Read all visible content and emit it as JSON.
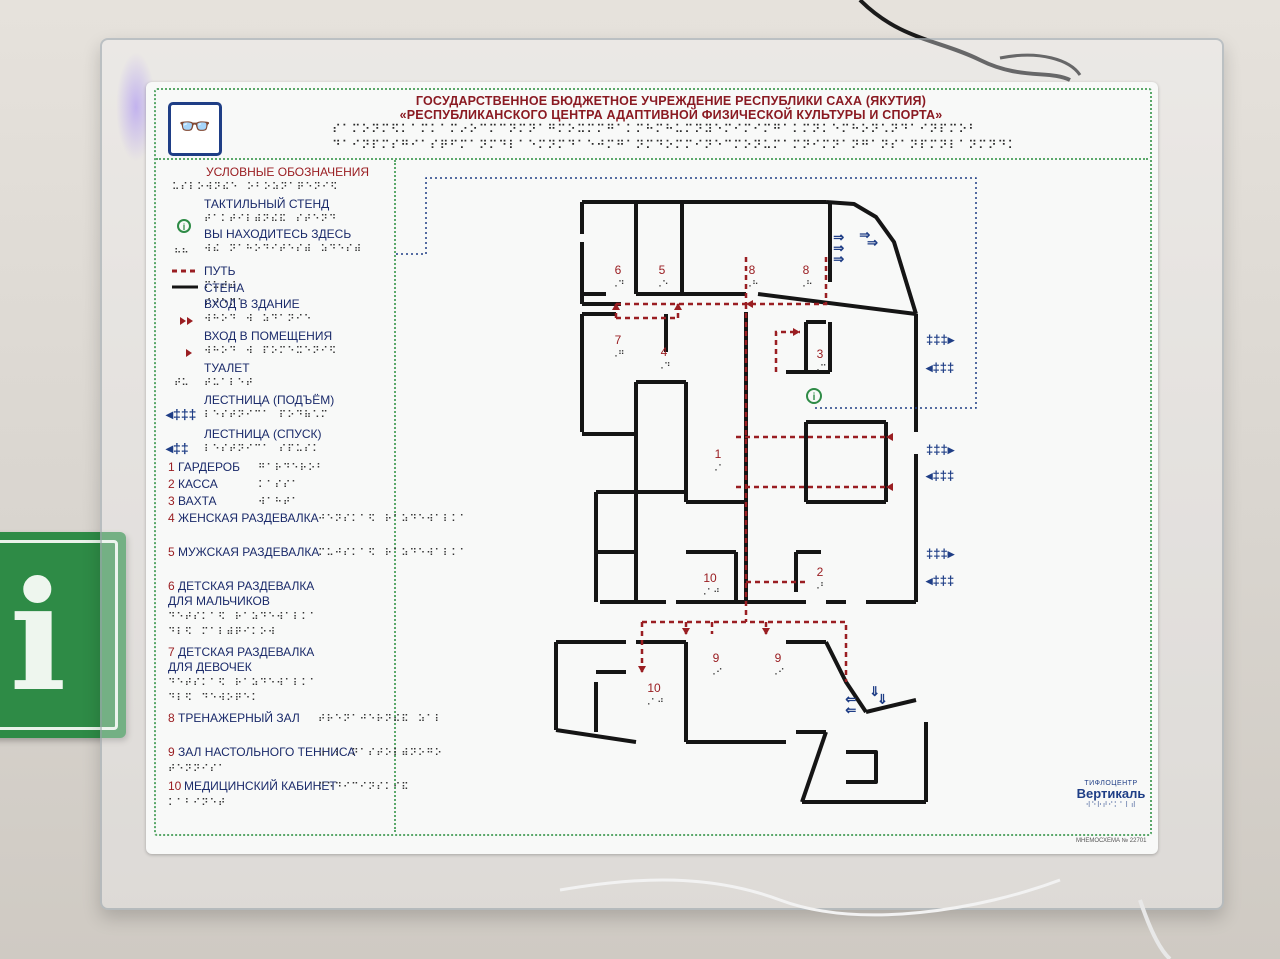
{
  "header": {
    "title_line1": "ГОСУДАРСТВЕННОЕ БЮДЖЕТНОЕ УЧРЕЖДЕНИЕ РЕСПУБЛИКИ САХА (ЯКУТИЯ)",
    "title_line2": "«РЕСПУБЛИКАНСКОГО ЦЕНТРА АДАПТИВНОЙ ФИЗИЧЕСКОЙ КУЛЬТУРЫ И СПОРТА»",
    "braille_line1": "⠎⠁⠍⠕⠝⠍⠫⠅⠁⠍⠅⠁⠍⠔⠕⠉⠍⠉⠝⠍⠝⠁⠛⠍⠕⠭⠍⠍⠛⠁⠅⠍⠓⠍⠓⠥⠍⠝⠽⠑⠍⠊⠍⠊⠍⠛⠁⠅⠍⠝⠅⠑⠍⠓⠕⠝⠡⠝⠙⠁⠊⠝⠏⠍⠕⠛⠃⠁⠊⠝⠍⠙⠟⠍⠍⠛⠍⠁⠕⠏⠕⠋⠞⠊⠵⠕⠝⠍⠙⠍⠞⠁",
    "braille_line2": "⠙⠁⠊⠝⠏⠍⠎⠛⠊⠁⠎⠟⠋⠍⠁⠝⠍⠙⠇⠁⠑⠍⠝⠍⠙⠁⠑⠚⠍⠛⠁⠝⠍⠙⠕⠍⠍⠊⠝⠑⠉⠍⠕⠝⠥⠍⠁⠍⠝⠊⠍⠝⠁⠝⠛⠁⠝⠎⠁⠝⠏⠍⠝⠇⠁⠝⠍⠝⠙⠍⠕⠝⠕⠝⠍⠝⠕⠎⠕⠙⠍⠊⠍⠟⠁⠊⠍⠊⠋⠍⠛⠑⠍⠁⠝⠓⠍⠟⠕⠝⠙"
  },
  "legend": {
    "heading": "УСЛОВНЫЕ ОБОЗНАЧЕНИЯ",
    "heading_braille": "⠥⠎⠇⠕⠺⠝⠮⠑⠀⠕⠃⠕⠵⠝⠁⠟⠑⠝⠊⠫",
    "entries": [
      {
        "text": "ТАКТИЛЬНЫЙ СТЕНД",
        "text2": "",
        "braille": "⠞⠁⠅⠞⠊⠇⠾⠝⠮⠯⠀⠎⠞⠑⠝⠙"
      },
      {
        "text": "ВЫ НАХОДИТЕСЬ ЗДЕСЬ",
        "text2": "",
        "braille": "⠺⠮⠀⠝⠁⠓⠕⠙⠊⠞⠑⠎⠾⠀⠵⠙⠑⠎⠾"
      },
      {
        "text": "ПУТЬ",
        "text2": "",
        "braille": "⠏⠥⠞⠾"
      },
      {
        "text": "СТЕНА",
        "text2": "",
        "braille": "⠎⠞⠑⠝⠁"
      },
      {
        "text": "ВХОД В ЗДАНИЕ",
        "text2": "",
        "braille": "⠺⠓⠕⠙⠀⠺⠀⠵⠙⠁⠝⠊⠑"
      },
      {
        "text": "ВХОД В ПОМЕЩЕНИЯ",
        "text2": "",
        "braille": "⠺⠓⠕⠙⠀⠺⠀⠏⠕⠍⠑⠭⠑⠝⠊⠫"
      },
      {
        "text": "ТУАЛЕТ",
        "text2": "",
        "braille": "⠞⠥⠁⠇⠑⠞"
      },
      {
        "text": "ЛЕСТНИЦА (ПОДЪЁМ)",
        "text2": "",
        "braille": "⠇⠑⠎⠞⠝⠊⠉⠁⠀⠏⠕⠙⠷⠡⠍"
      },
      {
        "text": "ЛЕСТНИЦА (СПУСК)",
        "text2": "",
        "braille": "⠇⠑⠎⠞⠝⠊⠉⠁⠀⠎⠏⠥⠎⠅"
      }
    ],
    "rooms": [
      {
        "num": "1",
        "text": "ГАРДЕРОБ",
        "text2": "",
        "braille": "⠛⠁⠗⠙⠑⠗⠕⠃",
        "braille2": ""
      },
      {
        "num": "2",
        "text": "КАССА",
        "text2": "",
        "braille": "⠅⠁⠎⠎⠁",
        "braille2": ""
      },
      {
        "num": "3",
        "text": "ВАХТА",
        "text2": "",
        "braille": "⠺⠁⠓⠞⠁",
        "braille2": ""
      },
      {
        "num": "4",
        "text": "ЖЕНСКАЯ РАЗДЕВАЛКА",
        "text2": "",
        "braille": "⠚⠑⠝⠎⠅⠁⠫⠀⠗⠁⠵⠙⠑⠺⠁⠇⠅⠁",
        "braille2": ""
      },
      {
        "num": "5",
        "text": "МУЖСКАЯ РАЗДЕВАЛКА",
        "text2": "",
        "braille": "⠍⠥⠚⠎⠅⠁⠫⠀⠗⠁⠵⠙⠑⠺⠁⠇⠅⠁",
        "braille2": ""
      },
      {
        "num": "6",
        "text": "ДЕТСКАЯ РАЗДЕВАЛКА",
        "text2": "ДЛЯ МАЛЬЧИКОВ",
        "braille": "⠙⠑⠞⠎⠅⠁⠫⠀⠗⠁⠵⠙⠑⠺⠁⠇⠅⠁",
        "braille2": "⠙⠇⠫⠀⠍⠁⠇⠾⠟⠊⠅⠕⠺"
      },
      {
        "num": "7",
        "text": "ДЕТСКАЯ РАЗДЕВАЛКА",
        "text2": "ДЛЯ ДЕВОЧЕК",
        "braille": "⠙⠑⠞⠎⠅⠁⠫⠀⠗⠁⠵⠙⠑⠺⠁⠇⠅⠁",
        "braille2": "⠙⠇⠫⠀⠙⠑⠺⠕⠟⠑⠅"
      },
      {
        "num": "8",
        "text": "ТРЕНАЖЕРНЫЙ ЗАЛ",
        "text2": "",
        "braille": "⠞⠗⠑⠝⠁⠚⠑⠗⠝⠮⠯⠀⠵⠁⠇",
        "braille2": ""
      },
      {
        "num": "9",
        "text": "ЗАЛ НАСТОЛЬНОГО ТЕННИСА",
        "text2": "",
        "braille": "⠵⠁⠇⠀⠝⠁⠎⠞⠕⠇⠾⠝⠕⠛⠕",
        "braille2": "⠞⠑⠝⠝⠊⠎⠁"
      },
      {
        "num": "10",
        "text": "МЕДИЦИНСКИЙ КАБИНЕТ",
        "text2": "",
        "braille": "⠍⠑⠙⠊⠉⠊⠝⠎⠅⠊⠯",
        "braille2": "⠅⠁⠃⠊⠝⠑⠞"
      }
    ]
  },
  "map": {
    "room_labels": [
      {
        "num": "6",
        "braille": "⠠⠙"
      },
      {
        "num": "5",
        "braille": "⠠⠑"
      },
      {
        "num": "8",
        "braille": "⠠⠓"
      },
      {
        "num": "8",
        "braille": "⠠⠓"
      },
      {
        "num": "7",
        "braille": "⠠⠛"
      },
      {
        "num": "4",
        "braille": "⠠⠙"
      },
      {
        "num": "3",
        "braille": "⠠⠉"
      },
      {
        "num": "1",
        "braille": "⠠⠁"
      },
      {
        "num": "2",
        "braille": "⠠⠃"
      },
      {
        "num": "10",
        "braille": "⠠⠁⠚"
      },
      {
        "num": "9",
        "braille": "⠠⠊"
      },
      {
        "num": "9",
        "braille": "⠠⠊"
      },
      {
        "num": "10",
        "braille": "⠠⠁⠚"
      }
    ],
    "info_symbol": "i",
    "colors": {
      "wall": "#151515",
      "path": "#9a1e22",
      "stairs": "#1f3e86",
      "frame": "#5aa86a",
      "info": "#2e8b46"
    }
  },
  "brand": {
    "small_text": "ТИФЛОЦЕНТР",
    "name": "Вертикаль",
    "braille": "⠺⠑⠗⠞⠊⠅⠁⠇⠾",
    "code": "МНЕМОСХЕМА № 22701"
  },
  "wall_sign": {
    "symbol": "i"
  },
  "vision_badge": "👓"
}
